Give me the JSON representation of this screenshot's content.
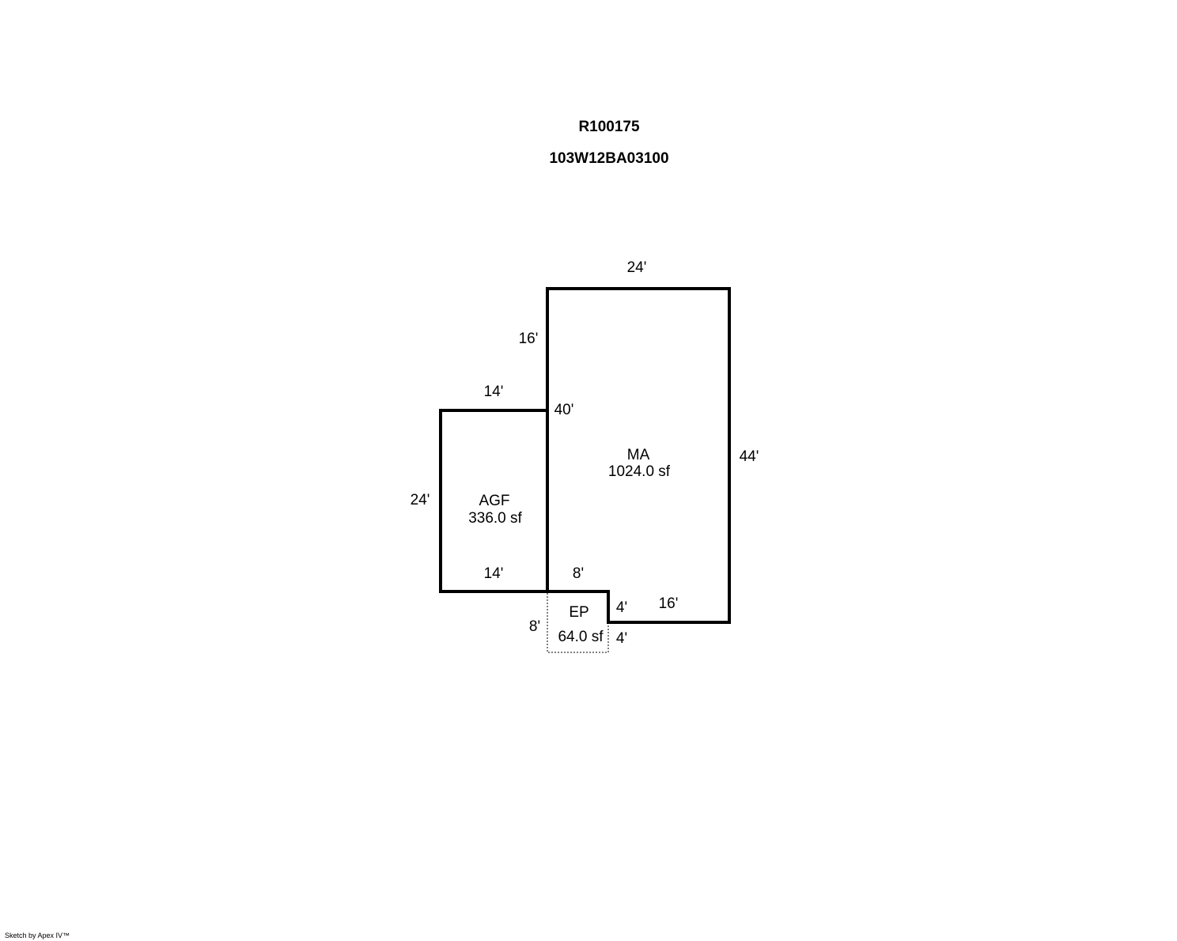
{
  "header": {
    "account_id": "R100175",
    "map_tax_lot": "103W12BA03100"
  },
  "areas": {
    "ma": {
      "code": "MA",
      "area": "1024.0 sf"
    },
    "agf": {
      "code": "AGF",
      "area": "336.0 sf"
    },
    "ep": {
      "code": "EP",
      "area": "64.0 sf"
    }
  },
  "dimensions": {
    "ma_top": "24'",
    "ma_left_upper": "16'",
    "ma_left_lower": "40'",
    "ma_right": "44'",
    "ma_bottom": "16'",
    "ma_notch_bottom": "8'",
    "ma_notch_side": "4'",
    "agf_top": "14'",
    "agf_left": "24'",
    "agf_bottom": "14'",
    "ep_left": "8'",
    "ep_right": "4'"
  },
  "footer": {
    "credit": "Sketch by Apex IV™"
  }
}
